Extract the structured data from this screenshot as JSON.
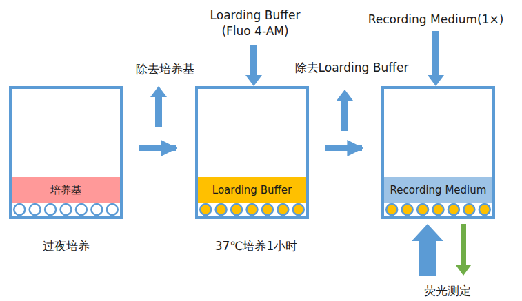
{
  "diagram": {
    "nodes": [
      {
        "text": [
          "过夜培养"
        ]
      },
      {
        "text": [
          "培养基"
        ],
        "in": 0
      },
      {
        "text": [
          "37℃培养1小时"
        ]
      },
      {
        "text": [
          "Loarding Buffer"
        ],
        "in": 2
      },
      {
        "text": [
          "荧光测定"
        ]
      },
      {
        "text": [
          "Recording Medium"
        ],
        "in": 4
      }
    ],
    "edges": [
      {
        "from": 0,
        "to": 2,
        "arrow": "to"
      },
      {
        "from": 2,
        "to": 4,
        "arrow": "to"
      }
    ],
    "labels": [
      "除去培养基",
      "Loarding Buffer (Fluo 4-AM)",
      "除去Loarding Buffer",
      "Recording Medium(1×)"
    ]
  }
}
